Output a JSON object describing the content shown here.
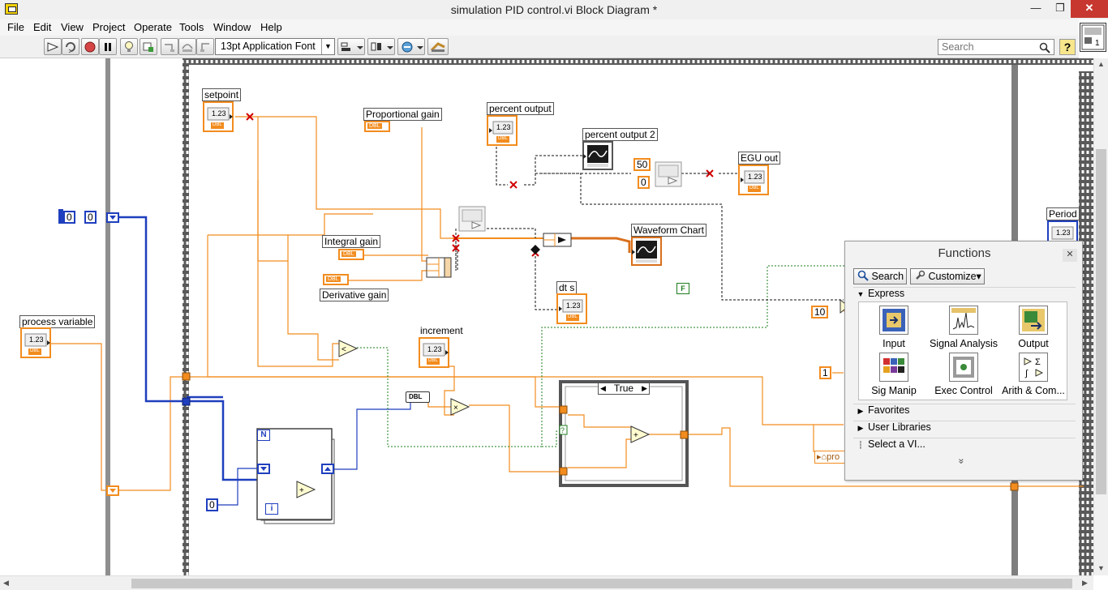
{
  "window": {
    "title": "simulation PID control.vi Block Diagram *",
    "minimize_glyph": "—",
    "maximize_glyph": "❐",
    "close_glyph": "✕"
  },
  "menu": [
    "File",
    "Edit",
    "View",
    "Project",
    "Operate",
    "Tools",
    "Window",
    "Help"
  ],
  "toolbar": {
    "font": "13pt Application Font",
    "search_placeholder": "Search",
    "help_glyph": "?"
  },
  "diagram": {
    "labels": {
      "setpoint": "setpoint",
      "proportional_gain": "Proportional gain",
      "percent_output": "percent output",
      "percent_output_2": "percent output 2",
      "egu_out": "EGU out",
      "integral_gain": "Integral  gain",
      "derivative_gain": "Derivative gain",
      "waveform_chart": "Waveform Chart",
      "dt_s": "dt s",
      "process_variable": "process variable",
      "increment": "increment",
      "period": "Period"
    },
    "terminal_text": {
      "num": "1.23",
      "dbl": "DBL"
    },
    "constants": {
      "c50": "50",
      "c0_top": "0",
      "c10": "10",
      "c1": "1",
      "c0_loop": "0",
      "c0_left": "0",
      "c0_left2": "0",
      "false_const": "F"
    },
    "case_structure": {
      "selector": "True"
    },
    "for_loop": {
      "count": "N",
      "iteration": "i"
    },
    "prop_node_text": "pro"
  },
  "palette": {
    "title": "Functions",
    "close_glyph": "✕",
    "search_label": "Search",
    "customize_label": "Customize▾",
    "express_label": "Express",
    "items": [
      {
        "label": "Input"
      },
      {
        "label": "Signal Analysis"
      },
      {
        "label": "Output"
      },
      {
        "label": "Sig Manip"
      },
      {
        "label": "Exec Control"
      },
      {
        "label": "Arith & Com..."
      }
    ],
    "categories": [
      "Favorites",
      "User Libraries"
    ],
    "select_vi": "Select a VI...",
    "more_glyph": "»"
  },
  "colors": {
    "dbl_wire": "#f28c1e",
    "int_wire": "#1f3fbe",
    "bool_wire": "#1e7d1e",
    "error": "#d00000"
  }
}
